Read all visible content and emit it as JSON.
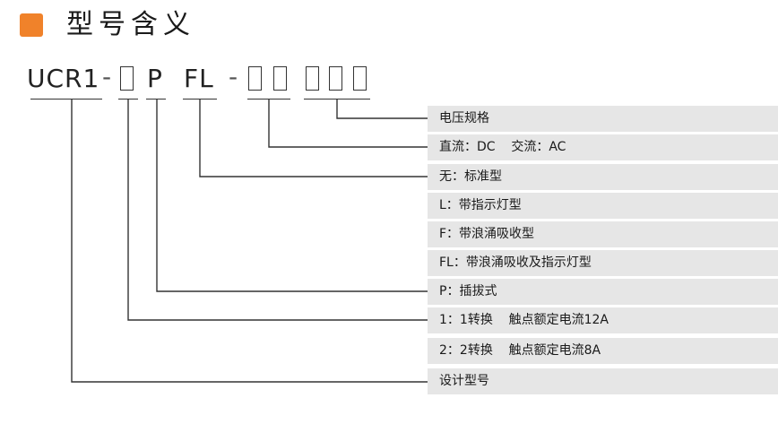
{
  "header": {
    "title": "型号含义"
  },
  "code": {
    "prefix": "UCR1",
    "dash1": "-",
    "p": "P",
    "fl": "FL",
    "dash2": "-"
  },
  "rows": [
    "电压规格",
    "直流：DC    交流：AC",
    "无：标准型",
    "L：带指示灯型",
    "F：带浪涌吸收型",
    "FL：带浪涌吸收及指示灯型",
    "P：插拔式",
    "1：1转换    触点额定电流12A",
    "2：2转换    触点额定电流8A",
    "设计型号"
  ]
}
